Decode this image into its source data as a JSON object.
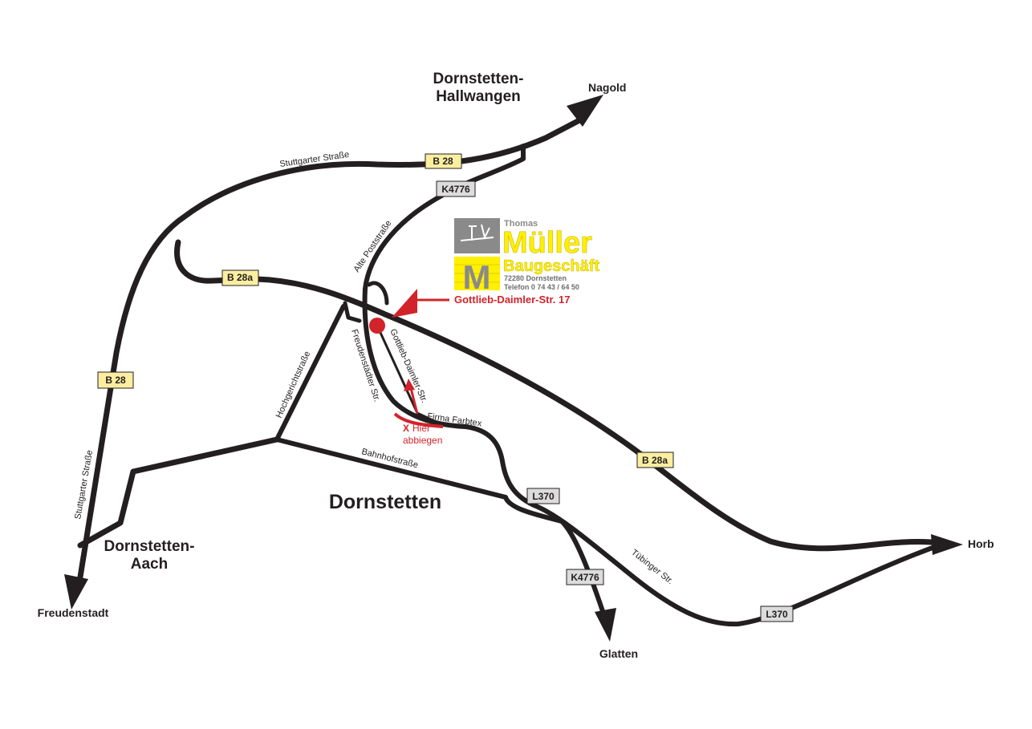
{
  "places": {
    "hallwangen_line1": "Dornstetten-",
    "hallwangen_line2": "Hallwangen",
    "nagold": "Nagold",
    "aach_line1": "Dornstetten-",
    "aach_line2": "Aach",
    "freudenstadt": "Freudenstadt",
    "dornstetten": "Dornstetten",
    "horb": "Horb",
    "glatten": "Glatten"
  },
  "streets": {
    "stuttgarter_top": "Stuttgarter Straße",
    "stuttgarter_left": "Stuttgarter Straße",
    "alte_post": "Alte Poststraße",
    "hochgericht": "Hochgerichtstraße",
    "freudenstaedter": "Freudenstädter Str.",
    "gottlieb": "Gottlieb-Daimler-Str.",
    "farbtex": "Firma Farbtex",
    "bahnhof": "Bahnhofstraße",
    "tuebinger": "Tübinger Str."
  },
  "shields": {
    "b28_top": "B 28",
    "b28_left": "B 28",
    "b28a_left": "B 28a",
    "b28a_right": "B 28a",
    "k4776_top": "K4776",
    "k4776_bottom": "K4776",
    "l370_mid": "L370",
    "l370_bottom": "L370"
  },
  "destination": {
    "address": "Gottlieb-Daimler-Str. 17",
    "turn_x": "X",
    "turn_line1": "Hier",
    "turn_line2": "abbiegen"
  },
  "logo": {
    "first_name": "Thomas",
    "name": "Müller",
    "business": "Baugeschäft",
    "postcode_city": "72280 Dornstetten",
    "phone": "Telefon 0 74 43 / 64 50",
    "monogram": "M"
  },
  "colors": {
    "road": "#231f20",
    "accent_red": "#d2232a",
    "shield_yellow": "#fbeea0",
    "shield_gray": "#dcdcdc",
    "logo_yellow": "#ffef00",
    "logo_gray": "#8a8a8a"
  }
}
